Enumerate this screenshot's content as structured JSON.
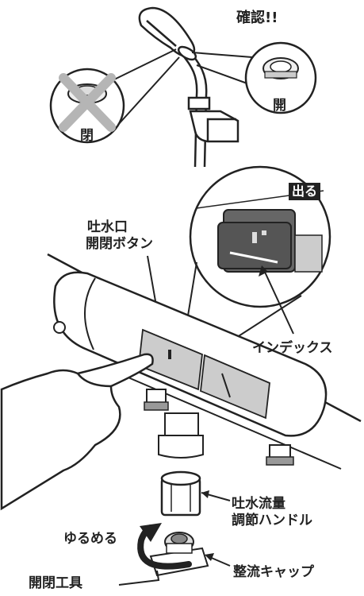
{
  "labels": {
    "confirm": "確認!!",
    "closed": "閉",
    "open": "開",
    "out_badge": "出る",
    "outlet_button_line1": "吐水口",
    "outlet_button_line2": "開閉ボタン",
    "index": "インデックス",
    "flow_handle_line1": "吐水流量",
    "flow_handle_line2": "調節ハンドル",
    "loosen": "ゆるめる",
    "tool": "開閉工具",
    "strainer_cap": "整流キャップ"
  },
  "icons": [
    "shower-head-icon",
    "closed-valve-icon",
    "open-valve-icon",
    "faucet-body",
    "hand-icon",
    "rotate-arrow-icon"
  ],
  "colors": {
    "line": "#222222",
    "gray": "#bdbdbd",
    "dark_gray": "#555555",
    "x_mark": "#b5b5b5"
  }
}
